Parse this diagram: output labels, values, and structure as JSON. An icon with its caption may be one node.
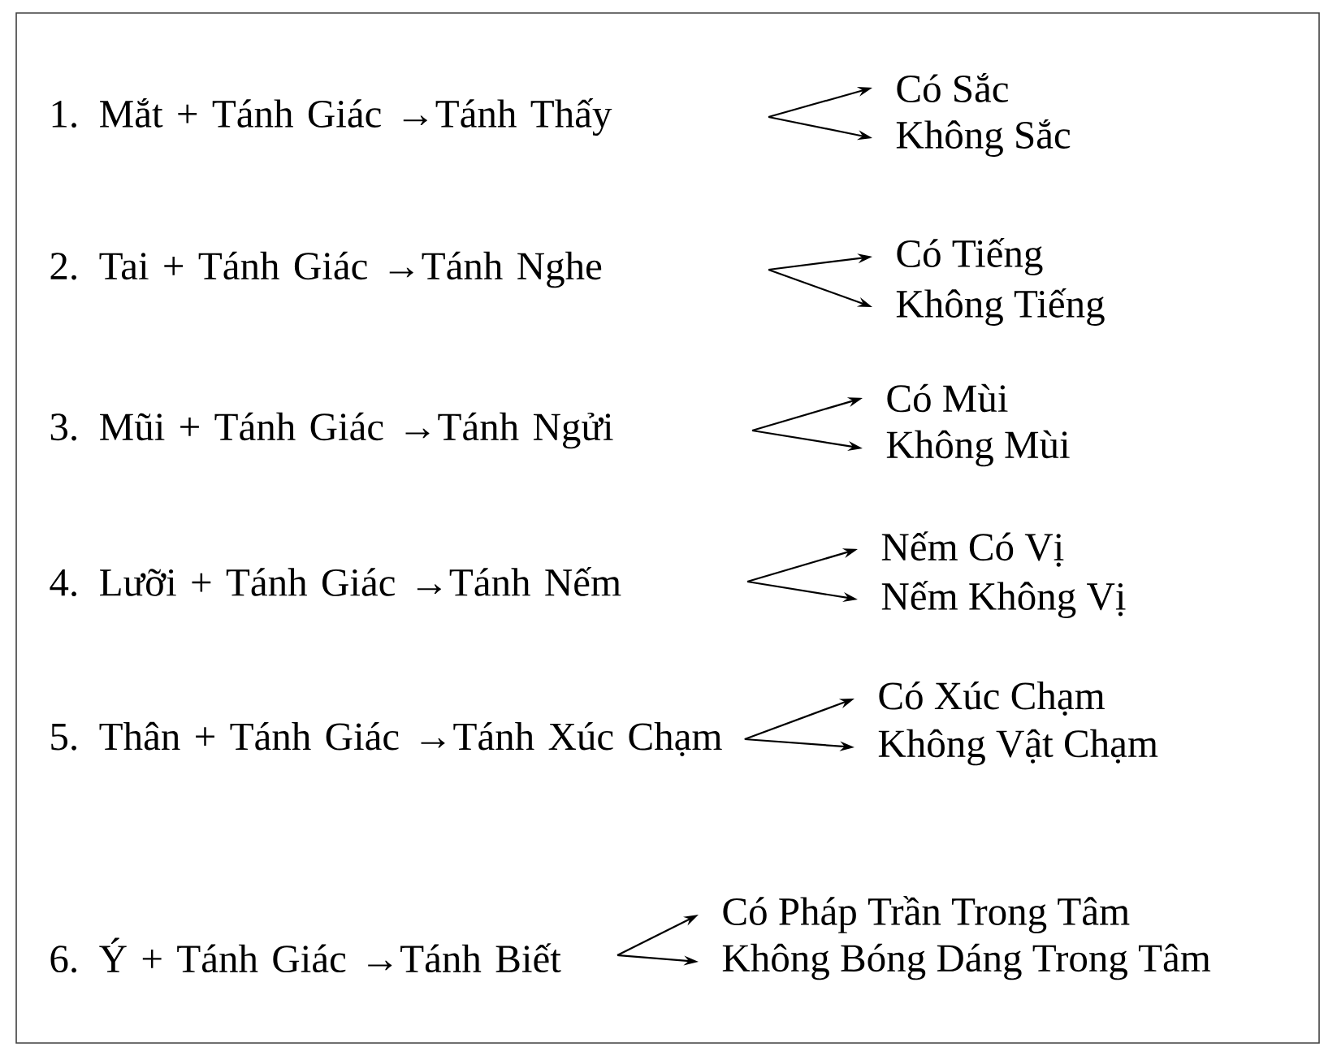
{
  "diagram": {
    "nodes": [
      {
        "text": [
          "1. Mắt  + Tánh Giác  →Tánh Thấy"
        ]
      },
      {
        "text": [
          "Có Sắc"
        ]
      },
      {
        "text": [
          "Không Sắc"
        ]
      },
      {
        "text": [
          "2.  Tai   +  Tánh Giác  →Tánh Nghe"
        ]
      },
      {
        "text": [
          "Có Tiếng"
        ]
      },
      {
        "text": [
          "Không Tiếng"
        ]
      },
      {
        "text": [
          "3.  Mũi + Tánh Giác →Tánh Ngửi"
        ]
      },
      {
        "text": [
          "Có Mùi"
        ]
      },
      {
        "text": [
          "Không Mùi"
        ]
      },
      {
        "text": [
          "4.  Lưỡi + Tánh Giác →Tánh Nếm"
        ]
      },
      {
        "text": [
          "Nếm Có Vị"
        ]
      },
      {
        "text": [
          "Nếm Không Vị"
        ]
      },
      {
        "text": [
          "5.  Thân + Tánh Giác  →Tánh Xúc Chạm"
        ]
      },
      {
        "text": [
          "Có Xúc Chạm"
        ]
      },
      {
        "text": [
          "Không Vật Chạm"
        ]
      },
      {
        "text": [
          "6.  Ý  + Tánh Giác  →Tánh Biết"
        ]
      },
      {
        "text": [
          "Có Pháp Trần Trong Tâm"
        ]
      },
      {
        "text": [
          "Không Bóng Dáng Trong Tâm"
        ]
      }
    ],
    "edges": [
      {
        "from": null,
        "to": 1,
        "arrow": "to"
      },
      {
        "from": null,
        "to": 2,
        "arrow": "to"
      },
      {
        "from": null,
        "to": 4,
        "arrow": "to"
      },
      {
        "from": null,
        "to": 5,
        "arrow": "to"
      },
      {
        "from": null,
        "to": 7,
        "arrow": "to"
      },
      {
        "from": null,
        "to": 8,
        "arrow": "to"
      },
      {
        "from": null,
        "to": 10,
        "arrow": "to"
      },
      {
        "from": null,
        "to": 11,
        "arrow": "to"
      },
      {
        "from": 12,
        "to": 13,
        "arrow": "to"
      },
      {
        "from": 12,
        "to": 14,
        "arrow": "to"
      },
      {
        "from": null,
        "to": 16,
        "arrow": "to"
      },
      {
        "from": null,
        "to": 17,
        "arrow": "to"
      }
    ]
  }
}
